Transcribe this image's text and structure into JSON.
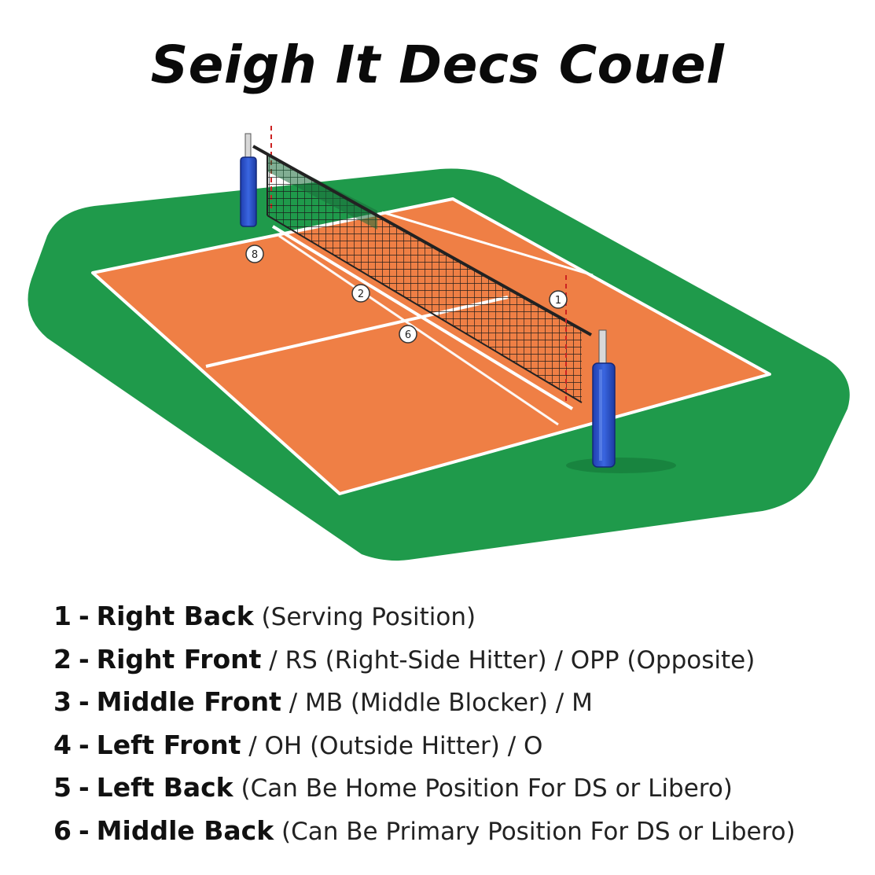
{
  "title": "Seigh It Decs Couel",
  "colors": {
    "surround": "#1f9a4b",
    "court": "#ef7f45",
    "lines": "#ffffff",
    "post_pad": "#2b52c9",
    "net": "#1a1a1a"
  },
  "court_markers": [
    {
      "label": "8",
      "position_name": "left-back-area"
    },
    {
      "label": "2",
      "position_name": "right-front-area"
    },
    {
      "label": "6",
      "position_name": "middle-back-area"
    },
    {
      "label": "1",
      "position_name": "right-back-area"
    }
  ],
  "legend": [
    {
      "num": "1",
      "sep": "-",
      "name": "Right Back",
      "desc": " (Serving Position)"
    },
    {
      "num": "2",
      "sep": "-",
      "name": "Right Front",
      "desc": " / RS (Right-Side Hitter) / OPP (Opposite)"
    },
    {
      "num": "3",
      "sep": "-",
      "name": "Middle Front",
      "desc": " / MB (Middle Blocker) / M"
    },
    {
      "num": "4",
      "sep": "-",
      "name": "Left Front",
      "desc": " / OH (Outside Hitter) / O"
    },
    {
      "num": "5",
      "sep": "-",
      "name": "Left Back",
      "desc": " (Can Be Home Position For DS or Libero)"
    },
    {
      "num": "6",
      "sep": "-",
      "name": "Middle Back",
      "desc": " (Can Be Primary Position For DS or Libero)"
    }
  ]
}
